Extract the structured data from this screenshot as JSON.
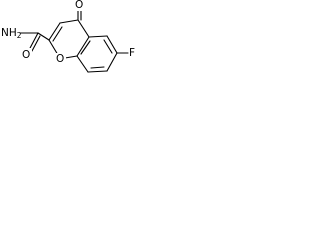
{
  "molecule": {
    "atoms": {
      "amide": "NH",
      "amide_subscript": "2",
      "carbonyl_oxygen": "O",
      "ketone_oxygen": "O",
      "ring_oxygen": "O",
      "fluorine": "F"
    }
  }
}
